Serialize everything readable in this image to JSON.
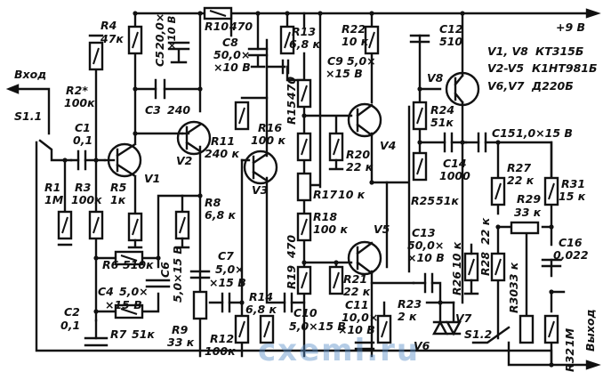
{
  "supply": {
    "label": "+9 В"
  },
  "io": {
    "input_label": "Вход",
    "output_label": "Выход"
  },
  "switches": [
    {
      "ref": "S1.1"
    },
    {
      "ref": "S1.2"
    }
  ],
  "transistor_list": [
    {
      "refs": "V1, V8",
      "type": "КТ315Б"
    },
    {
      "refs": "V2-V5",
      "type": "К1НТ981Б"
    },
    {
      "refs": "V6,V7",
      "type": "Д220Б"
    }
  ],
  "transistors": [
    {
      "ref": "V1"
    },
    {
      "ref": "V2"
    },
    {
      "ref": "V3"
    },
    {
      "ref": "V4"
    },
    {
      "ref": "V5"
    },
    {
      "ref": "V8"
    }
  ],
  "diodes": [
    {
      "ref": "V6"
    },
    {
      "ref": "V7"
    }
  ],
  "resistors": [
    {
      "ref": "R1",
      "value": "1М"
    },
    {
      "ref": "R2*",
      "value": "100к"
    },
    {
      "ref": "R3",
      "value": "100к"
    },
    {
      "ref": "R4",
      "value": "47к"
    },
    {
      "ref": "R5",
      "value": "1к"
    },
    {
      "ref": "R6",
      "value": "510к"
    },
    {
      "ref": "R7",
      "value": "51к"
    },
    {
      "ref": "R8",
      "value": "6,8 к"
    },
    {
      "ref": "R9",
      "value": "33 к"
    },
    {
      "ref": "R10",
      "value": "470"
    },
    {
      "ref": "R11",
      "value": "240 к"
    },
    {
      "ref": "R12",
      "value": "100к"
    },
    {
      "ref": "R13",
      "value": "6,8 к"
    },
    {
      "ref": "R14",
      "value": "6,8 к"
    },
    {
      "ref": "R15",
      "value": "470"
    },
    {
      "ref": "R16",
      "value": "100 к"
    },
    {
      "ref": "R17",
      "value": "10 к"
    },
    {
      "ref": "R18",
      "value": "100 к"
    },
    {
      "ref": "R19",
      "value": "470"
    },
    {
      "ref": "R20",
      "value": "22 к"
    },
    {
      "ref": "R21",
      "value": "22 к"
    },
    {
      "ref": "R22",
      "value": "10 к"
    },
    {
      "ref": "R23",
      "value": "2 к"
    },
    {
      "ref": "R24",
      "value": "51к"
    },
    {
      "ref": "R25",
      "value": "51к"
    },
    {
      "ref": "R26",
      "value": "10 к"
    },
    {
      "ref": "R27",
      "value": "22 к"
    },
    {
      "ref": "R28",
      "value": "22 к"
    },
    {
      "ref": "R29",
      "value": "33 к"
    },
    {
      "ref": "R30",
      "value": "33 к"
    },
    {
      "ref": "R31",
      "value": "15 к"
    },
    {
      "ref": "R32",
      "value": "1М"
    }
  ],
  "capacitors": [
    {
      "ref": "C1",
      "value": "0,1"
    },
    {
      "ref": "C2",
      "value": "0,1"
    },
    {
      "ref": "C3",
      "value": "240"
    },
    {
      "ref": "C4",
      "value": "5,0×",
      "value2": "×15 В"
    },
    {
      "ref": "C5",
      "value": "20,0×",
      "value2": "×10 В"
    },
    {
      "ref": "C6",
      "value": "5,0×15 В"
    },
    {
      "ref": "C7",
      "value": "5,0×",
      "value2": "×15 В"
    },
    {
      "ref": "C8",
      "value": "50,0×",
      "value2": "×10 В"
    },
    {
      "ref": "C9",
      "value": "5,0×",
      "value2": "×15 В"
    },
    {
      "ref": "C10",
      "value": "5,0×15 В"
    },
    {
      "ref": "C11",
      "value": "10,0×",
      "value2": "×10 В"
    },
    {
      "ref": "C12",
      "value": "510"
    },
    {
      "ref": "C13",
      "value": "50,0×",
      "value2": "×10 В"
    },
    {
      "ref": "C14",
      "value": "1000"
    },
    {
      "ref": "C15",
      "value": "1,0×15 В"
    },
    {
      "ref": "C16",
      "value": "0,022"
    }
  ],
  "watermark": {
    "text": "cxemi.ru"
  }
}
